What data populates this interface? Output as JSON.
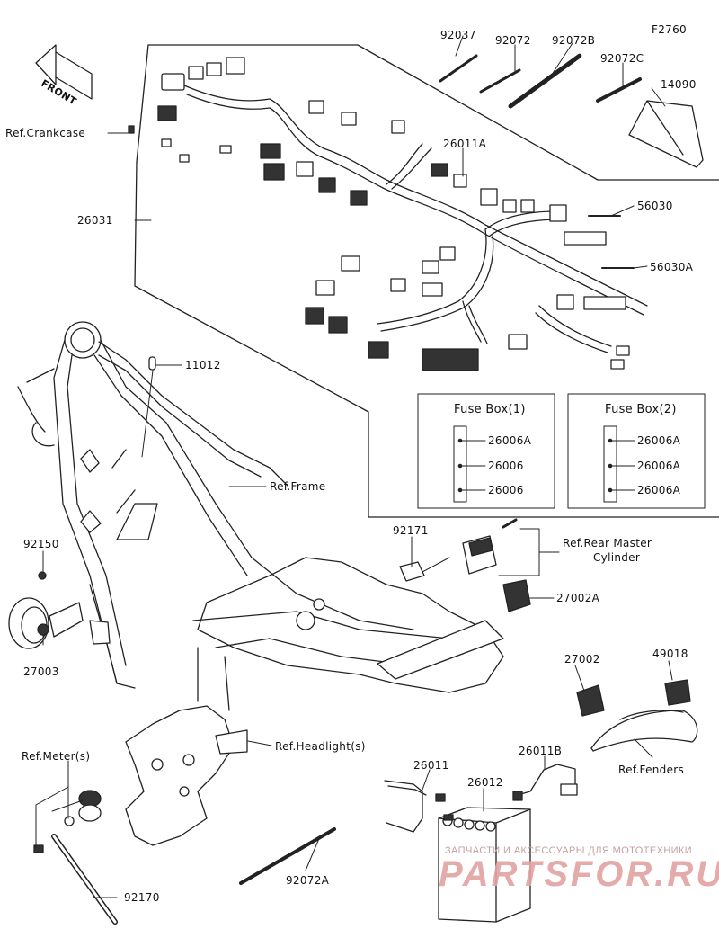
{
  "diagram_code": "F2760",
  "front_label": "FRONT",
  "parts": {
    "p92037": "92037",
    "p92072": "92072",
    "p92072B": "92072B",
    "p92072C": "92072C",
    "p14090": "14090",
    "p26011A": "26011A",
    "p56030": "56030",
    "p56030A": "56030A",
    "p26031": "26031",
    "p11012": "11012",
    "p92150": "92150",
    "p27003": "27003",
    "p92171": "92171",
    "p27002A": "27002A",
    "p27002": "27002",
    "p49018": "49018",
    "p26011": "26011",
    "p26012": "26012",
    "p26011B": "26011B",
    "p92072A": "92072A",
    "p92170": "92170"
  },
  "refs": {
    "crankcase": "Ref.Crankcase",
    "frame": "Ref.Frame",
    "rear_master_1": "Ref.Rear Master",
    "rear_master_2": "Cylinder",
    "headlight": "Ref.Headlight(s)",
    "meter": "Ref.Meter(s)",
    "fenders": "Ref.Fenders"
  },
  "fuse_box_1": {
    "title": "Fuse Box(1)",
    "items": [
      "26006A",
      "26006",
      "26006"
    ]
  },
  "fuse_box_2": {
    "title": "Fuse Box(2)",
    "items": [
      "26006A",
      "26006A",
      "26006A"
    ]
  },
  "watermark": {
    "line1": "ЗАПЧАСТИ И АКСЕССУАРЫ ДЛЯ МОТОТЕХНИКИ",
    "line2": "PARTSFOR.RU"
  }
}
